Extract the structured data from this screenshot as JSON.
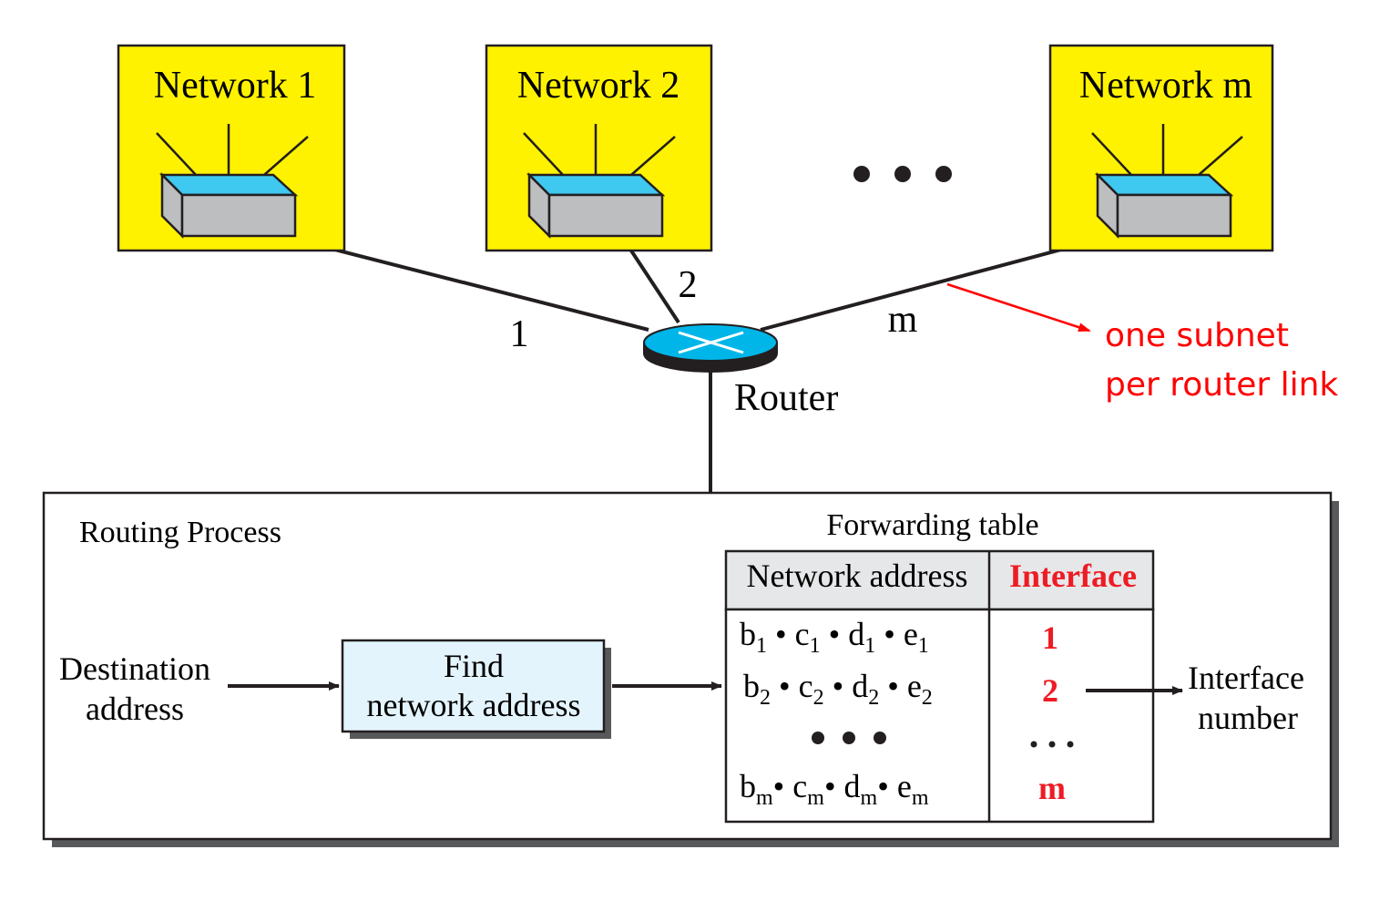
{
  "networks": [
    {
      "label": "Network 1",
      "link_label": "1"
    },
    {
      "label": "Network 2",
      "link_label": "2"
    },
    {
      "label": "Network m",
      "link_label": "m"
    }
  ],
  "ellipsis": "• • •",
  "router": {
    "label": "Router"
  },
  "annotation": {
    "line1": "one subnet",
    "line2": "per router link",
    "color": "#ff0000"
  },
  "routing_process": {
    "title": "Routing Process",
    "input_label_line1": "Destination",
    "input_label_line2": "address",
    "find_box_line1": "Find",
    "find_box_line2": "network address",
    "output_label_line1": "Interface",
    "output_label_line2": "number"
  },
  "forwarding_table": {
    "title": "Forwarding table",
    "headers": [
      "Network address",
      "Interface"
    ],
    "rows": [
      {
        "address": [
          "b",
          "1",
          "c",
          "1",
          "d",
          "1",
          "e",
          "1"
        ],
        "interface": "1"
      },
      {
        "address": [
          "b",
          "2",
          "c",
          "2",
          "d",
          "2",
          "e",
          "2"
        ],
        "interface": "2"
      },
      {
        "address": null,
        "ellipsis": "• • •",
        "interface": "• • •"
      },
      {
        "address": [
          "b",
          "m",
          "c",
          "m",
          "d",
          "m",
          "e",
          "m"
        ],
        "interface": "m"
      }
    ]
  },
  "colors": {
    "network_fill": "#fff200",
    "switch_top": "#3fc8f0",
    "switch_body": "#bcbec0",
    "router_top": "#00b6e8",
    "find_box_fill": "#e3f4fd",
    "table_header_fill": "#e6e7e8",
    "accent_red": "#ed1c24"
  }
}
